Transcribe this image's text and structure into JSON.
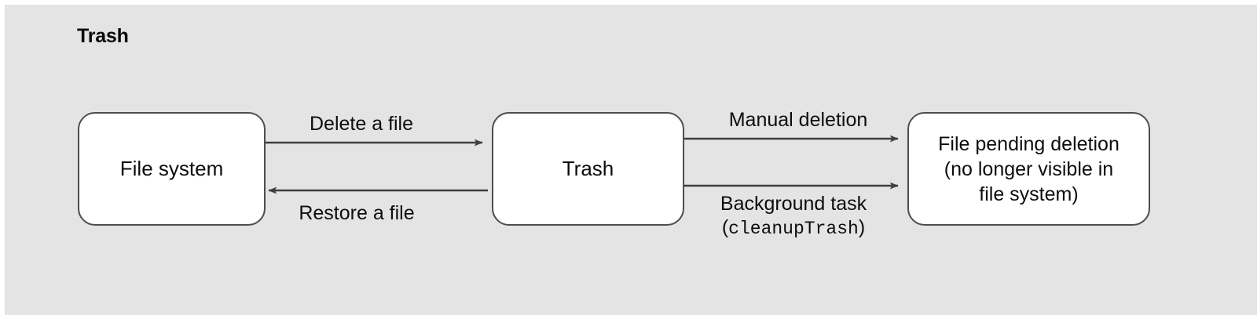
{
  "figure": {
    "title": "Trash",
    "background_color": "#e4e4e4",
    "page_background": "#ffffff"
  },
  "diagram": {
    "type": "flow-diagram",
    "node_fill": "#ffffff",
    "node_border": "#4d4d4d",
    "edge_color": "#3f3f3f",
    "nodes": [
      {
        "id": "file-system",
        "label": "File system"
      },
      {
        "id": "trash",
        "label": "Trash"
      },
      {
        "id": "file-pending-deletion",
        "line1": "File pending deletion",
        "line2": "(no longer visible in",
        "line3": "file system)"
      }
    ],
    "edges": [
      {
        "id": "delete-a-file",
        "from": "file-system",
        "to": "trash",
        "direction": "right",
        "label": "Delete a file",
        "label_position": "above"
      },
      {
        "id": "restore-a-file",
        "from": "trash",
        "to": "file-system",
        "direction": "left",
        "label": "Restore a file",
        "label_position": "below"
      },
      {
        "id": "manual-deletion",
        "from": "trash",
        "to": "file-pending-deletion",
        "direction": "right",
        "label": "Manual deletion",
        "label_position": "above"
      },
      {
        "id": "background-task",
        "from": "trash",
        "to": "file-pending-deletion",
        "direction": "right",
        "label_line1": "Background task",
        "label_line2_open": "(",
        "label_line2_code": "cleanupTrash",
        "label_line2_close": ")",
        "label_position": "below"
      }
    ]
  }
}
